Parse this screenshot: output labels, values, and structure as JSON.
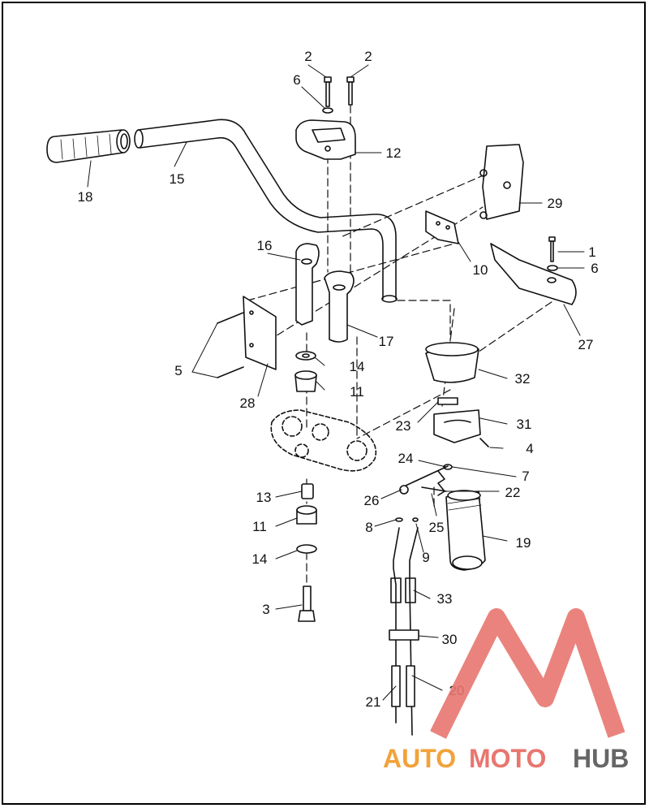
{
  "callouts": {
    "c1": "1",
    "c2a": "2",
    "c2b": "2",
    "c3": "3",
    "c4": "4",
    "c5": "5",
    "c6a": "6",
    "c6b": "6",
    "c7": "7",
    "c8": "8",
    "c9": "9",
    "c10": "10",
    "c11a": "11",
    "c11b": "11",
    "c12": "12",
    "c13": "13",
    "c14a": "14",
    "c14b": "14",
    "c15": "15",
    "c16": "16",
    "c17": "17",
    "c18": "18",
    "c19": "19",
    "c20": "20",
    "c21": "21",
    "c22": "22",
    "c23": "23",
    "c24": "24",
    "c25": "25",
    "c26": "26",
    "c27": "27",
    "c28": "28",
    "c29": "29",
    "c30": "30",
    "c31": "31",
    "c32": "32",
    "c33": "33"
  },
  "watermark": {
    "auto": "AUTO",
    "moto": "MOTO",
    "hub": "HUB",
    "colors": {
      "accent": "#e8766f",
      "orange": "#f2a23a",
      "gray": "#666666"
    }
  }
}
